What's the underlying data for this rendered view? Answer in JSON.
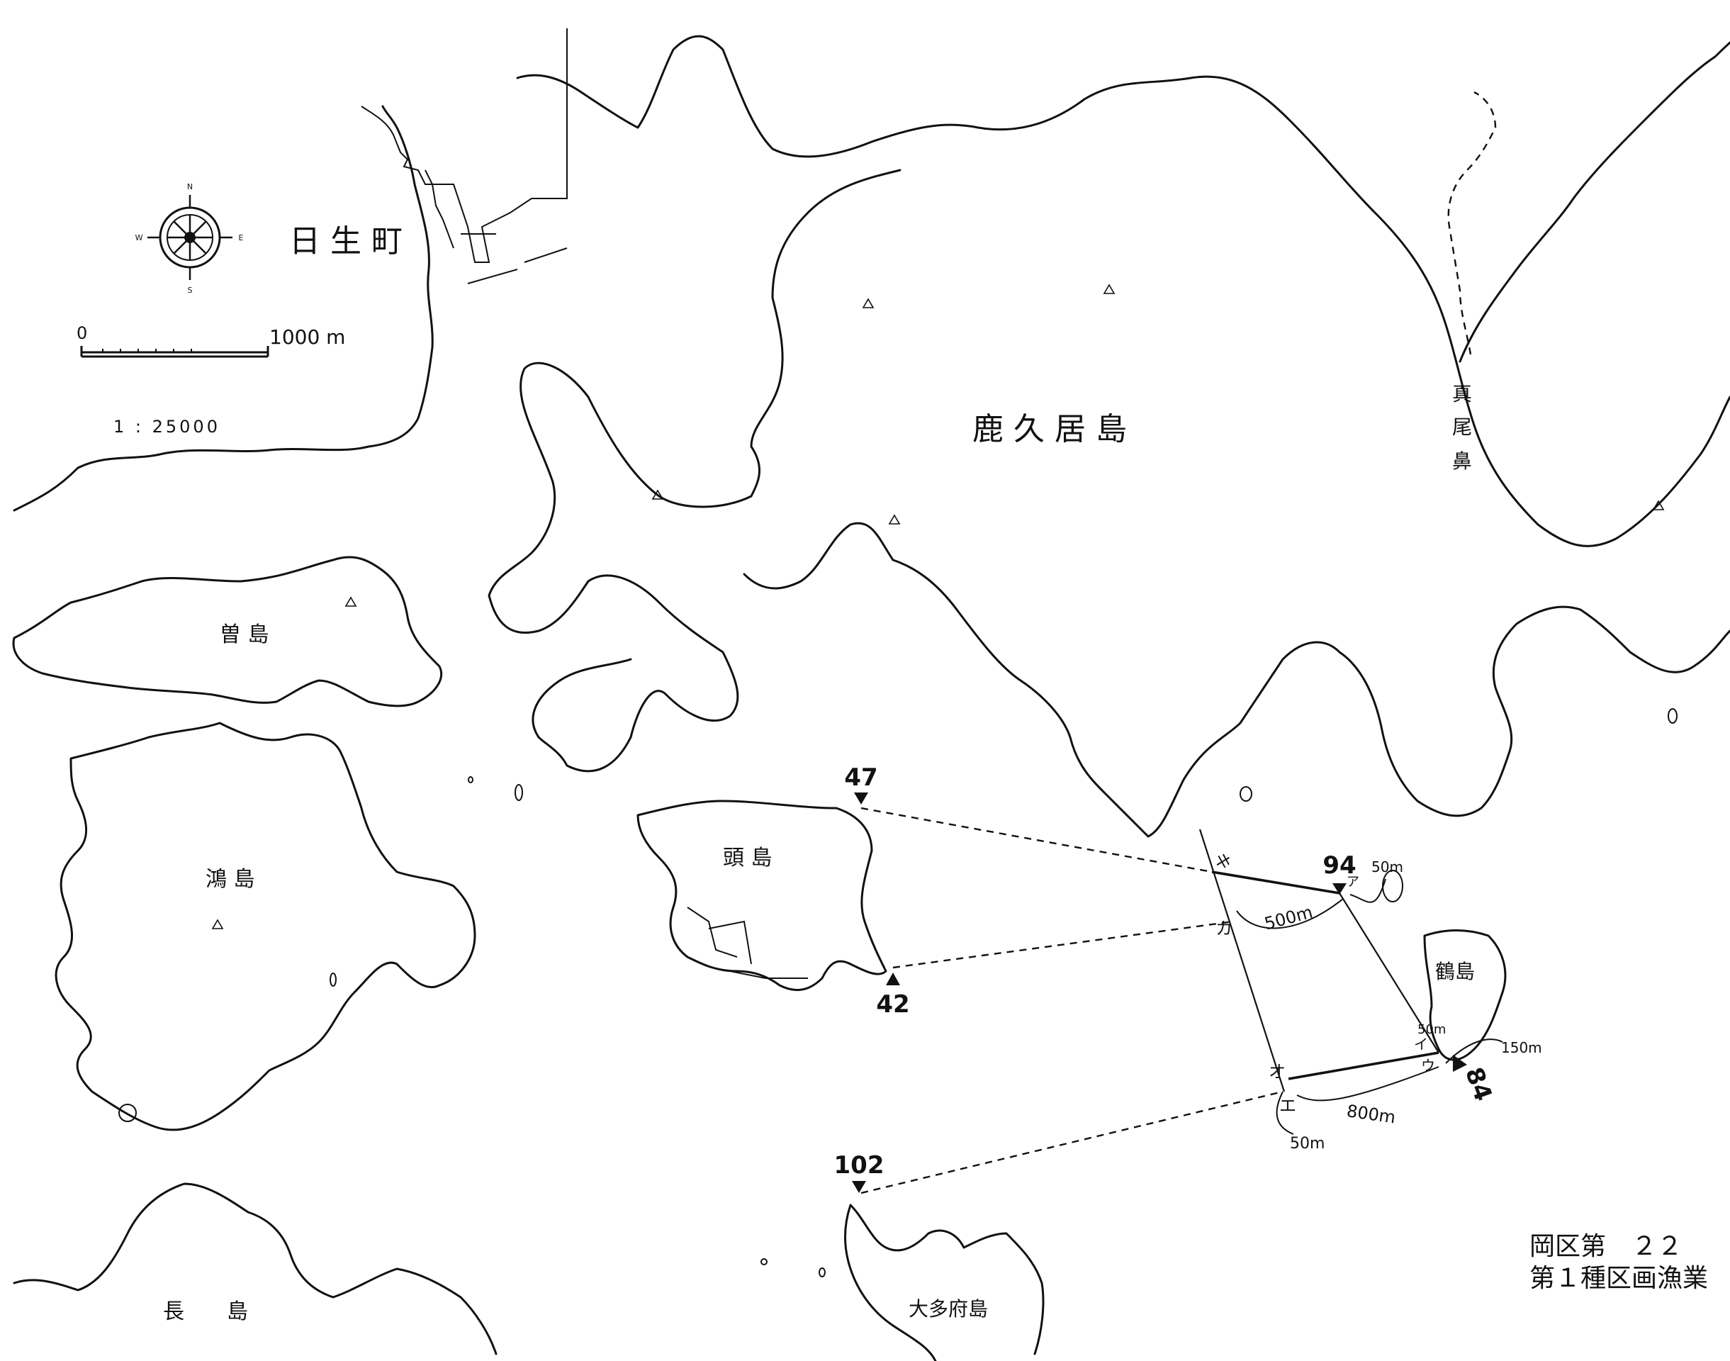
{
  "map": {
    "town": "日 生 町",
    "scale_zero": "0",
    "scale_end": "1000 m",
    "scale_ratio": "1 : 25000",
    "compass_n": "N",
    "compass_s": "S",
    "compass_e": "E",
    "compass_w": "W"
  },
  "places": {
    "kakui": "鹿 久 居 島",
    "mao": [
      "真",
      "尾",
      "鼻"
    ],
    "so": "曽 島",
    "ko": "鴻 島",
    "kashira": "頭 島",
    "tsuru": "鶴島",
    "naga": "長　　島",
    "otafu": "大多府島"
  },
  "stations": {
    "s47": "47",
    "s42": "42",
    "s94": "94",
    "s84": "84",
    "s102": "102"
  },
  "points": {
    "ka_top": "キ",
    "ka": "カ",
    "o": "オ",
    "e": "エ",
    "i": "イ",
    "u": "ウ",
    "a": "ア"
  },
  "distances": {
    "d50_top": "50m",
    "d500": "500m",
    "d150": "150m",
    "d50_right": "50m",
    "d800": "800m",
    "d50_bottom": "50m"
  },
  "title": {
    "line1": "岡区第　２２",
    "line2": "第１種区画漁業"
  }
}
